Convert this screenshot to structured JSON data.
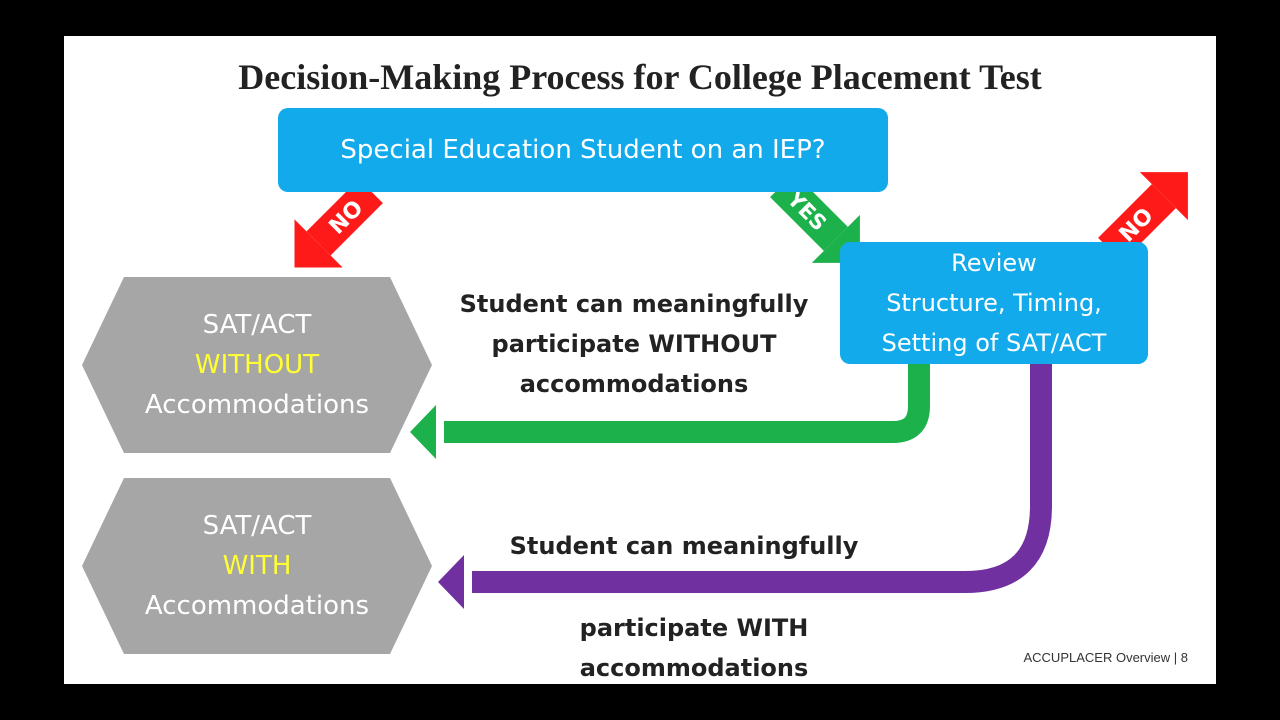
{
  "title": "Decision-Making Process for College Placement Test",
  "question_box": "Special Education Student on an IEP?",
  "review_box": {
    "line1": "Review",
    "line2": "Structure, Timing,",
    "line3": "Setting of SAT/ACT"
  },
  "arrow_labels": {
    "no_left": "NO",
    "yes": "YES",
    "no_right": "NO"
  },
  "hex_without": {
    "line1": "SAT/ACT",
    "line2": "WITHOUT",
    "line3": "Accommodations"
  },
  "hex_with": {
    "line1": "SAT/ACT",
    "line2": "WITH",
    "line3": "Accommodations"
  },
  "note_without": {
    "line1": "Student can meaningfully",
    "line2": "participate WITHOUT",
    "line3": "accommodations"
  },
  "note_with": {
    "line1": "Student can meaningfully",
    "line2": "participate WITH",
    "line3": "accommodations"
  },
  "footer": {
    "text": "ACCUPLACER Overview",
    "page": "8"
  },
  "colors": {
    "blue": "#12aaeb",
    "green": "#1db14b",
    "red": "#ff1a1a",
    "purple": "#7030a0",
    "gray": "#a6a6a6",
    "yellow": "#ffff33"
  }
}
